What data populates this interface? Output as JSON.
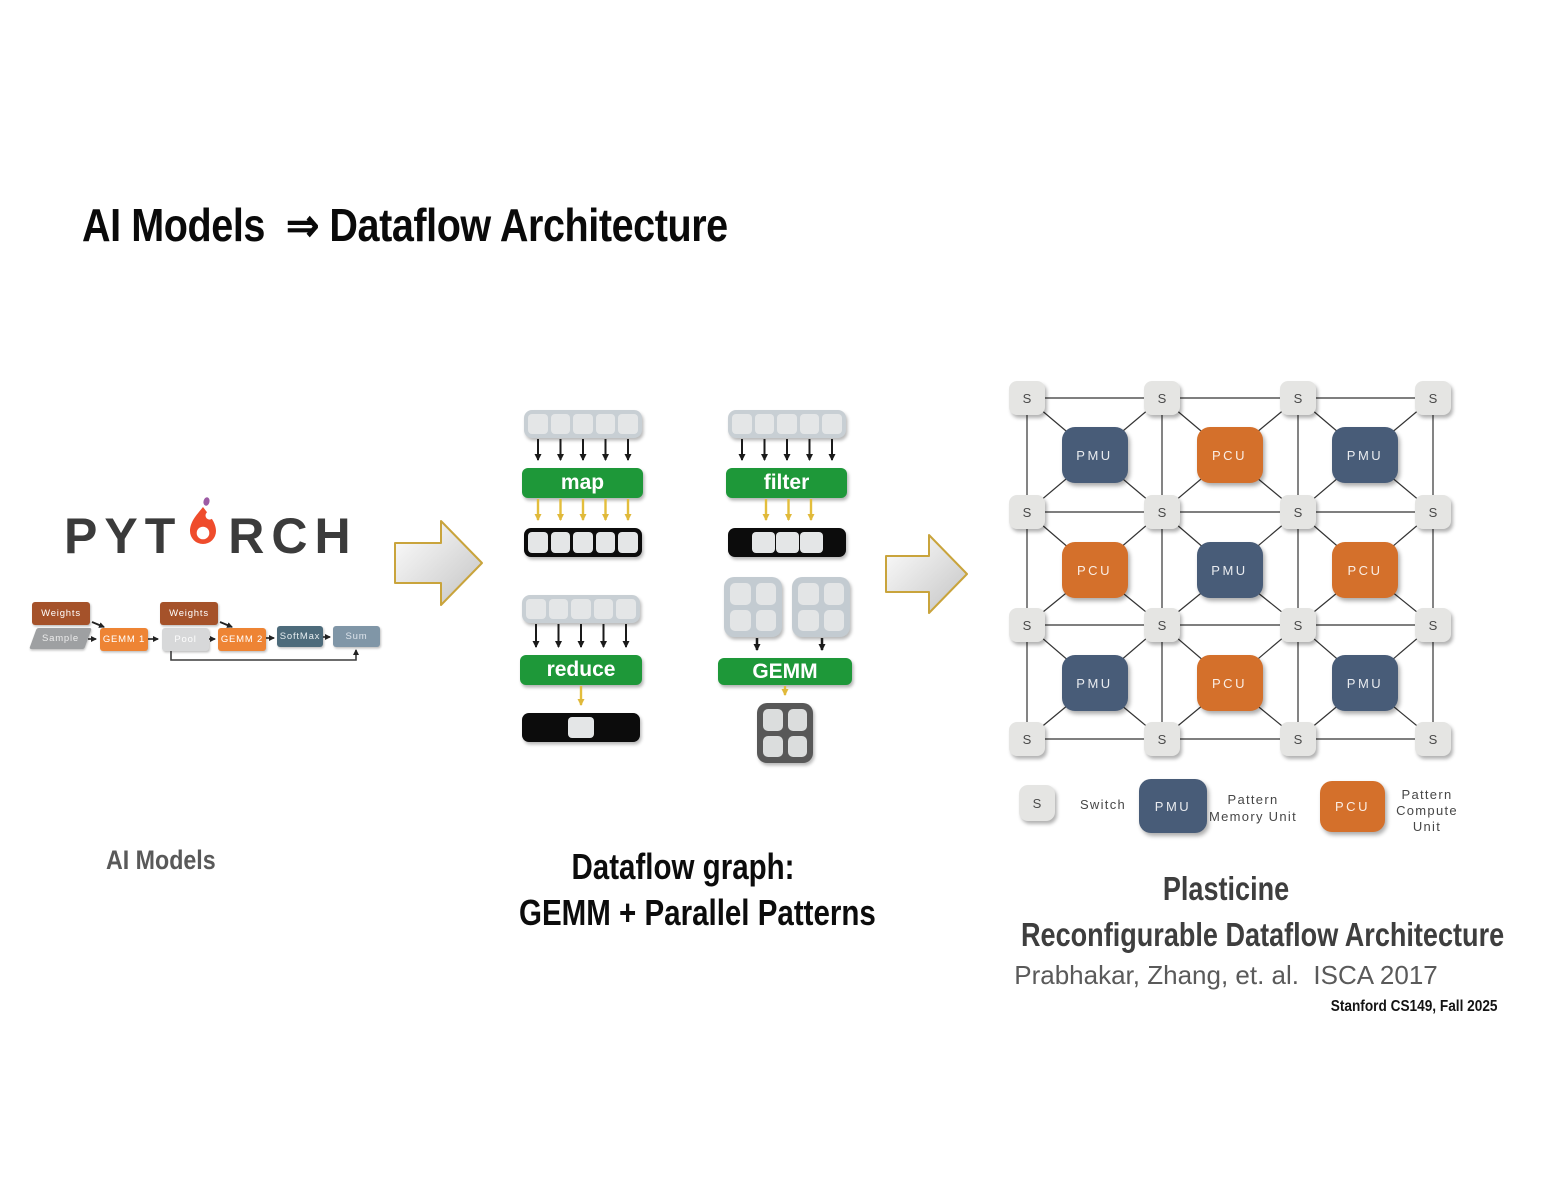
{
  "slide": {
    "title": "AI Models  ⇒ Dataflow Architecture",
    "footer": "Stanford CS149, Fall 2025"
  },
  "left": {
    "logo": {
      "pre": "PYT",
      "post": "RCH"
    },
    "caption": "AI Models",
    "pipeline": {
      "weights1": "Weights",
      "sample": "Sample",
      "gemm1": "GEMM 1",
      "pool": "Pool",
      "weights2": "Weights",
      "gemm2": "GEMM 2",
      "softmax": "SoftMax",
      "sum": "Sum"
    }
  },
  "middle": {
    "caption_line1": "Dataflow graph:",
    "caption_line2": "GEMM + Parallel Patterns",
    "patterns": {
      "map": "map",
      "filter": "filter",
      "reduce": "reduce",
      "gemm": "GEMM"
    }
  },
  "right": {
    "grid": {
      "switch_label": "S",
      "unit_rows": [
        [
          "PMU",
          "PCU",
          "PMU"
        ],
        [
          "PCU",
          "PMU",
          "PCU"
        ],
        [
          "PMU",
          "PCU",
          "PMU"
        ]
      ]
    },
    "legend": {
      "switch_box": "S",
      "switch_label": "Switch",
      "pmu_box": "PMU",
      "pmu_label": "Pattern Memory Unit",
      "pcu_box": "PCU",
      "pcu_label": "Pattern Compute Unit"
    },
    "caption_line1": "Plasticine",
    "caption_line2": "Reconfigurable Dataflow Architecture",
    "caption_line3": "Prabhakar, Zhang, et. al.  ISCA 2017"
  },
  "colors": {
    "pattern_op_green": "#1E9839",
    "gold_arrow": "#E3BE3C",
    "pmu_blue": "#485C78",
    "pcu_orange": "#D4702B",
    "weights_brown": "#A5522A",
    "gemm_orange": "#EE8434",
    "softmax_slate": "#4D6B7B",
    "sum_bluegray": "#8096A7",
    "pytorch_flame": "#EF4C2C",
    "pytorch_dot": "#9D5BA4"
  }
}
